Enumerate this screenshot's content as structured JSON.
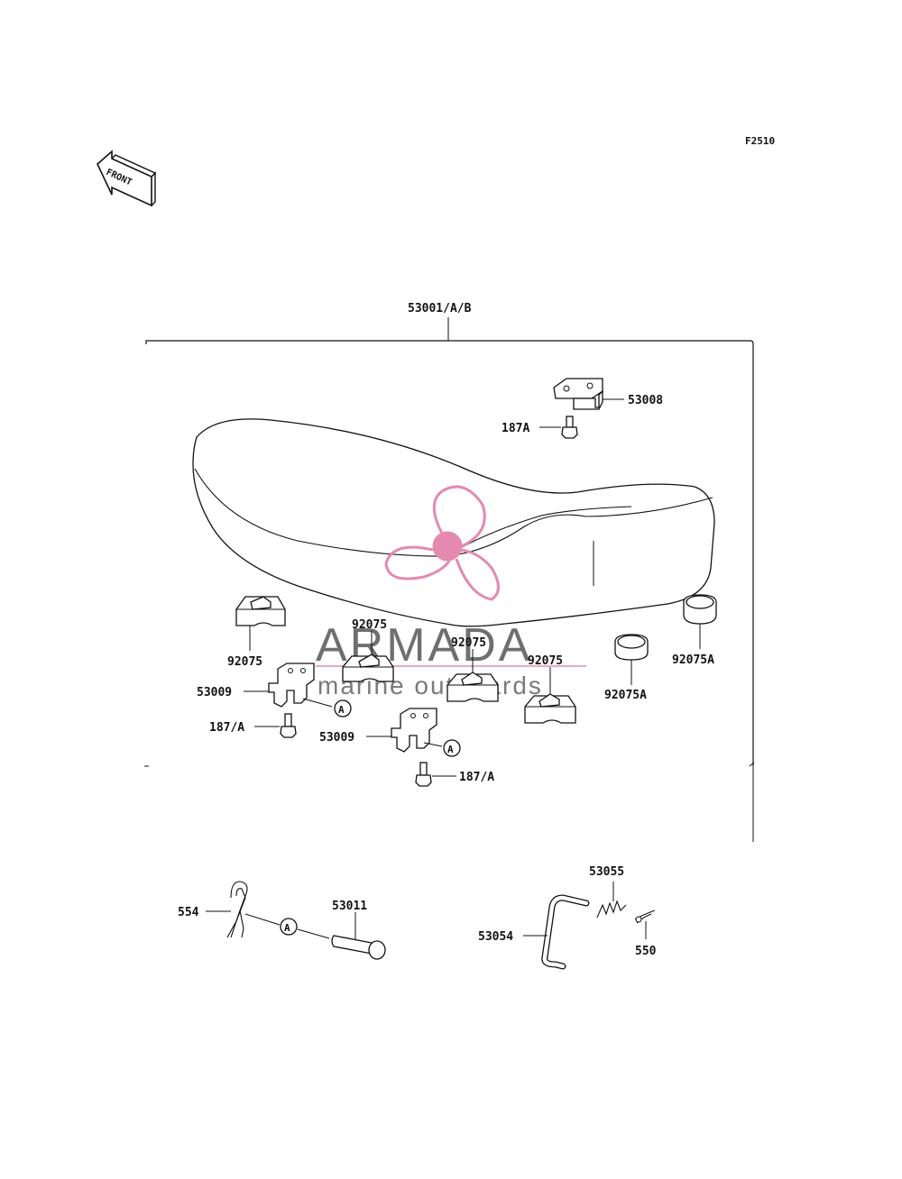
{
  "figure_code": "F2510",
  "front_indicator": "FRONT",
  "labels": {
    "seat_assy": "53001/A/B",
    "bracket_53008": "53008",
    "bolt_187A_top": "187A",
    "damper_92075_left": "92075",
    "damper_92075_mid1": "92075",
    "damper_92075_mid2": "92075",
    "damper_92075_right": "92075",
    "damper_92075A_1": "92075A",
    "damper_92075A_2": "92075A",
    "hinge_53009_1": "53009",
    "hinge_53009_2": "53009",
    "bolt_187A_left": "187/A",
    "bolt_187A_bottom": "187/A",
    "pin_554": "554",
    "pin_53011": "53011",
    "spring_53055": "53055",
    "rod_53054": "53054",
    "clip_550": "550"
  },
  "callout_marker": "A",
  "watermark": {
    "brand": "ARMADA",
    "tagline": "marine outboards",
    "logo_color": "#e48ab0"
  }
}
